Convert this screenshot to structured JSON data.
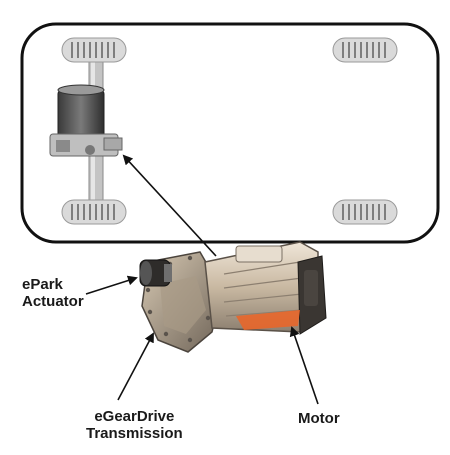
{
  "labels": {
    "epark": {
      "line1": "ePark",
      "line2": "Actuator"
    },
    "egeardrive": {
      "line1": "eGearDrive",
      "line2": "Transmission"
    },
    "motor": "Motor"
  },
  "colors": {
    "outline": "#111111",
    "tire": "#d2d2d2",
    "tread": "#8a8a8a",
    "axle": "#bdbdbd",
    "housing_light": "#d9cbb6",
    "housing_dark": "#7a6f63",
    "motor_orange": "#e8662a"
  }
}
